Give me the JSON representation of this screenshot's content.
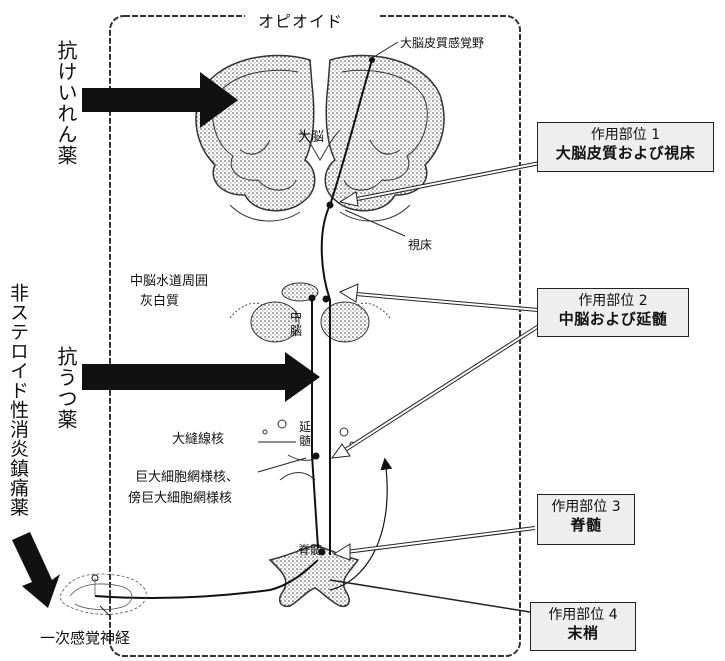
{
  "frame": {
    "title": "オピオイド"
  },
  "left_drugs": {
    "anticonvulsant": "抗けいれん薬",
    "antidepressant": "抗うつ薬",
    "nsaid": "非ステロイド性消炎鎮痛薬"
  },
  "structures": {
    "cerebrum": "大脳",
    "cortex": "大脳皮質感覚野",
    "thalamus": "視床",
    "pag_line1": "中脳水道周囲",
    "pag_line2": "灰白質",
    "midbrain": "中脳",
    "medulla": "延髄",
    "raphe": "大縫線核",
    "reticular_line1": "巨大細胞網様核、",
    "reticular_line2": "傍巨大細胞網様核",
    "spinal_cord": "脊髄",
    "primary_neuron": "一次感覚神経"
  },
  "action_sites": [
    {
      "title": "作用部位 1",
      "name": "大脳皮質および視床"
    },
    {
      "title": "作用部位 2",
      "name": "中脳および延髄"
    },
    {
      "title": "作用部位 3",
      "name": "脊髄"
    },
    {
      "title": "作用部位 4",
      "name": "末梢"
    }
  ]
}
